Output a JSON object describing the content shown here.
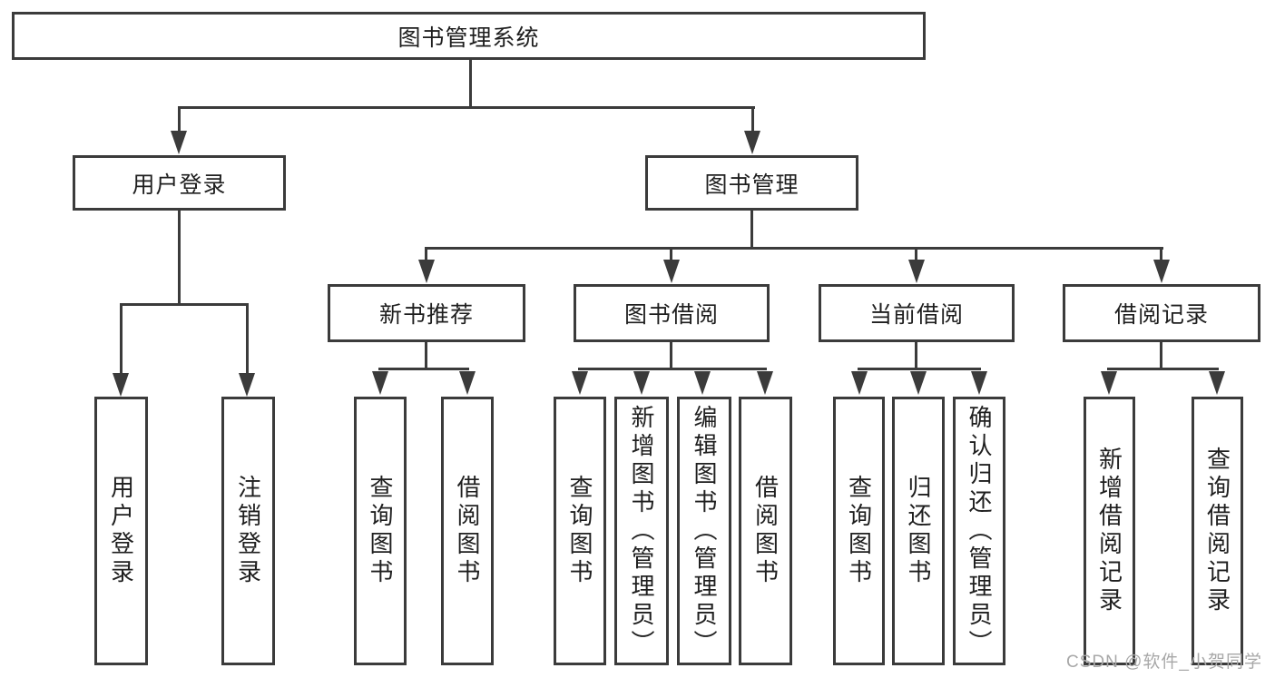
{
  "diagram": {
    "type": "tree-hierarchy",
    "colors": {
      "line": "#3b3b3b",
      "text": "#1f1f1f",
      "background": "#ffffff",
      "watermark": "#a8a8a8"
    },
    "root": {
      "label": "图书管理系统"
    },
    "branches": [
      {
        "label": "用户登录",
        "leaves": [
          {
            "label": "用户登录"
          },
          {
            "label": "注销登录"
          }
        ]
      },
      {
        "label": "图书管理"
      }
    ],
    "modules": [
      {
        "label": "新书推荐",
        "leaves": [
          {
            "label": "查询图书"
          },
          {
            "label": "借阅图书"
          }
        ]
      },
      {
        "label": "图书借阅",
        "leaves": [
          {
            "label": "查询图书"
          },
          {
            "label": "新增图书（管理员）"
          },
          {
            "label": "编辑图书（管理员）"
          },
          {
            "label": "借阅图书"
          }
        ]
      },
      {
        "label": "当前借阅",
        "leaves": [
          {
            "label": "查询图书"
          },
          {
            "label": "归还图书"
          },
          {
            "label": "确认归还（管理员）"
          }
        ]
      },
      {
        "label": "借阅记录",
        "leaves": [
          {
            "label": "新增借阅记录"
          },
          {
            "label": "查询借阅记录"
          }
        ]
      }
    ],
    "watermark": "CSDN @软件_小贺同学"
  }
}
